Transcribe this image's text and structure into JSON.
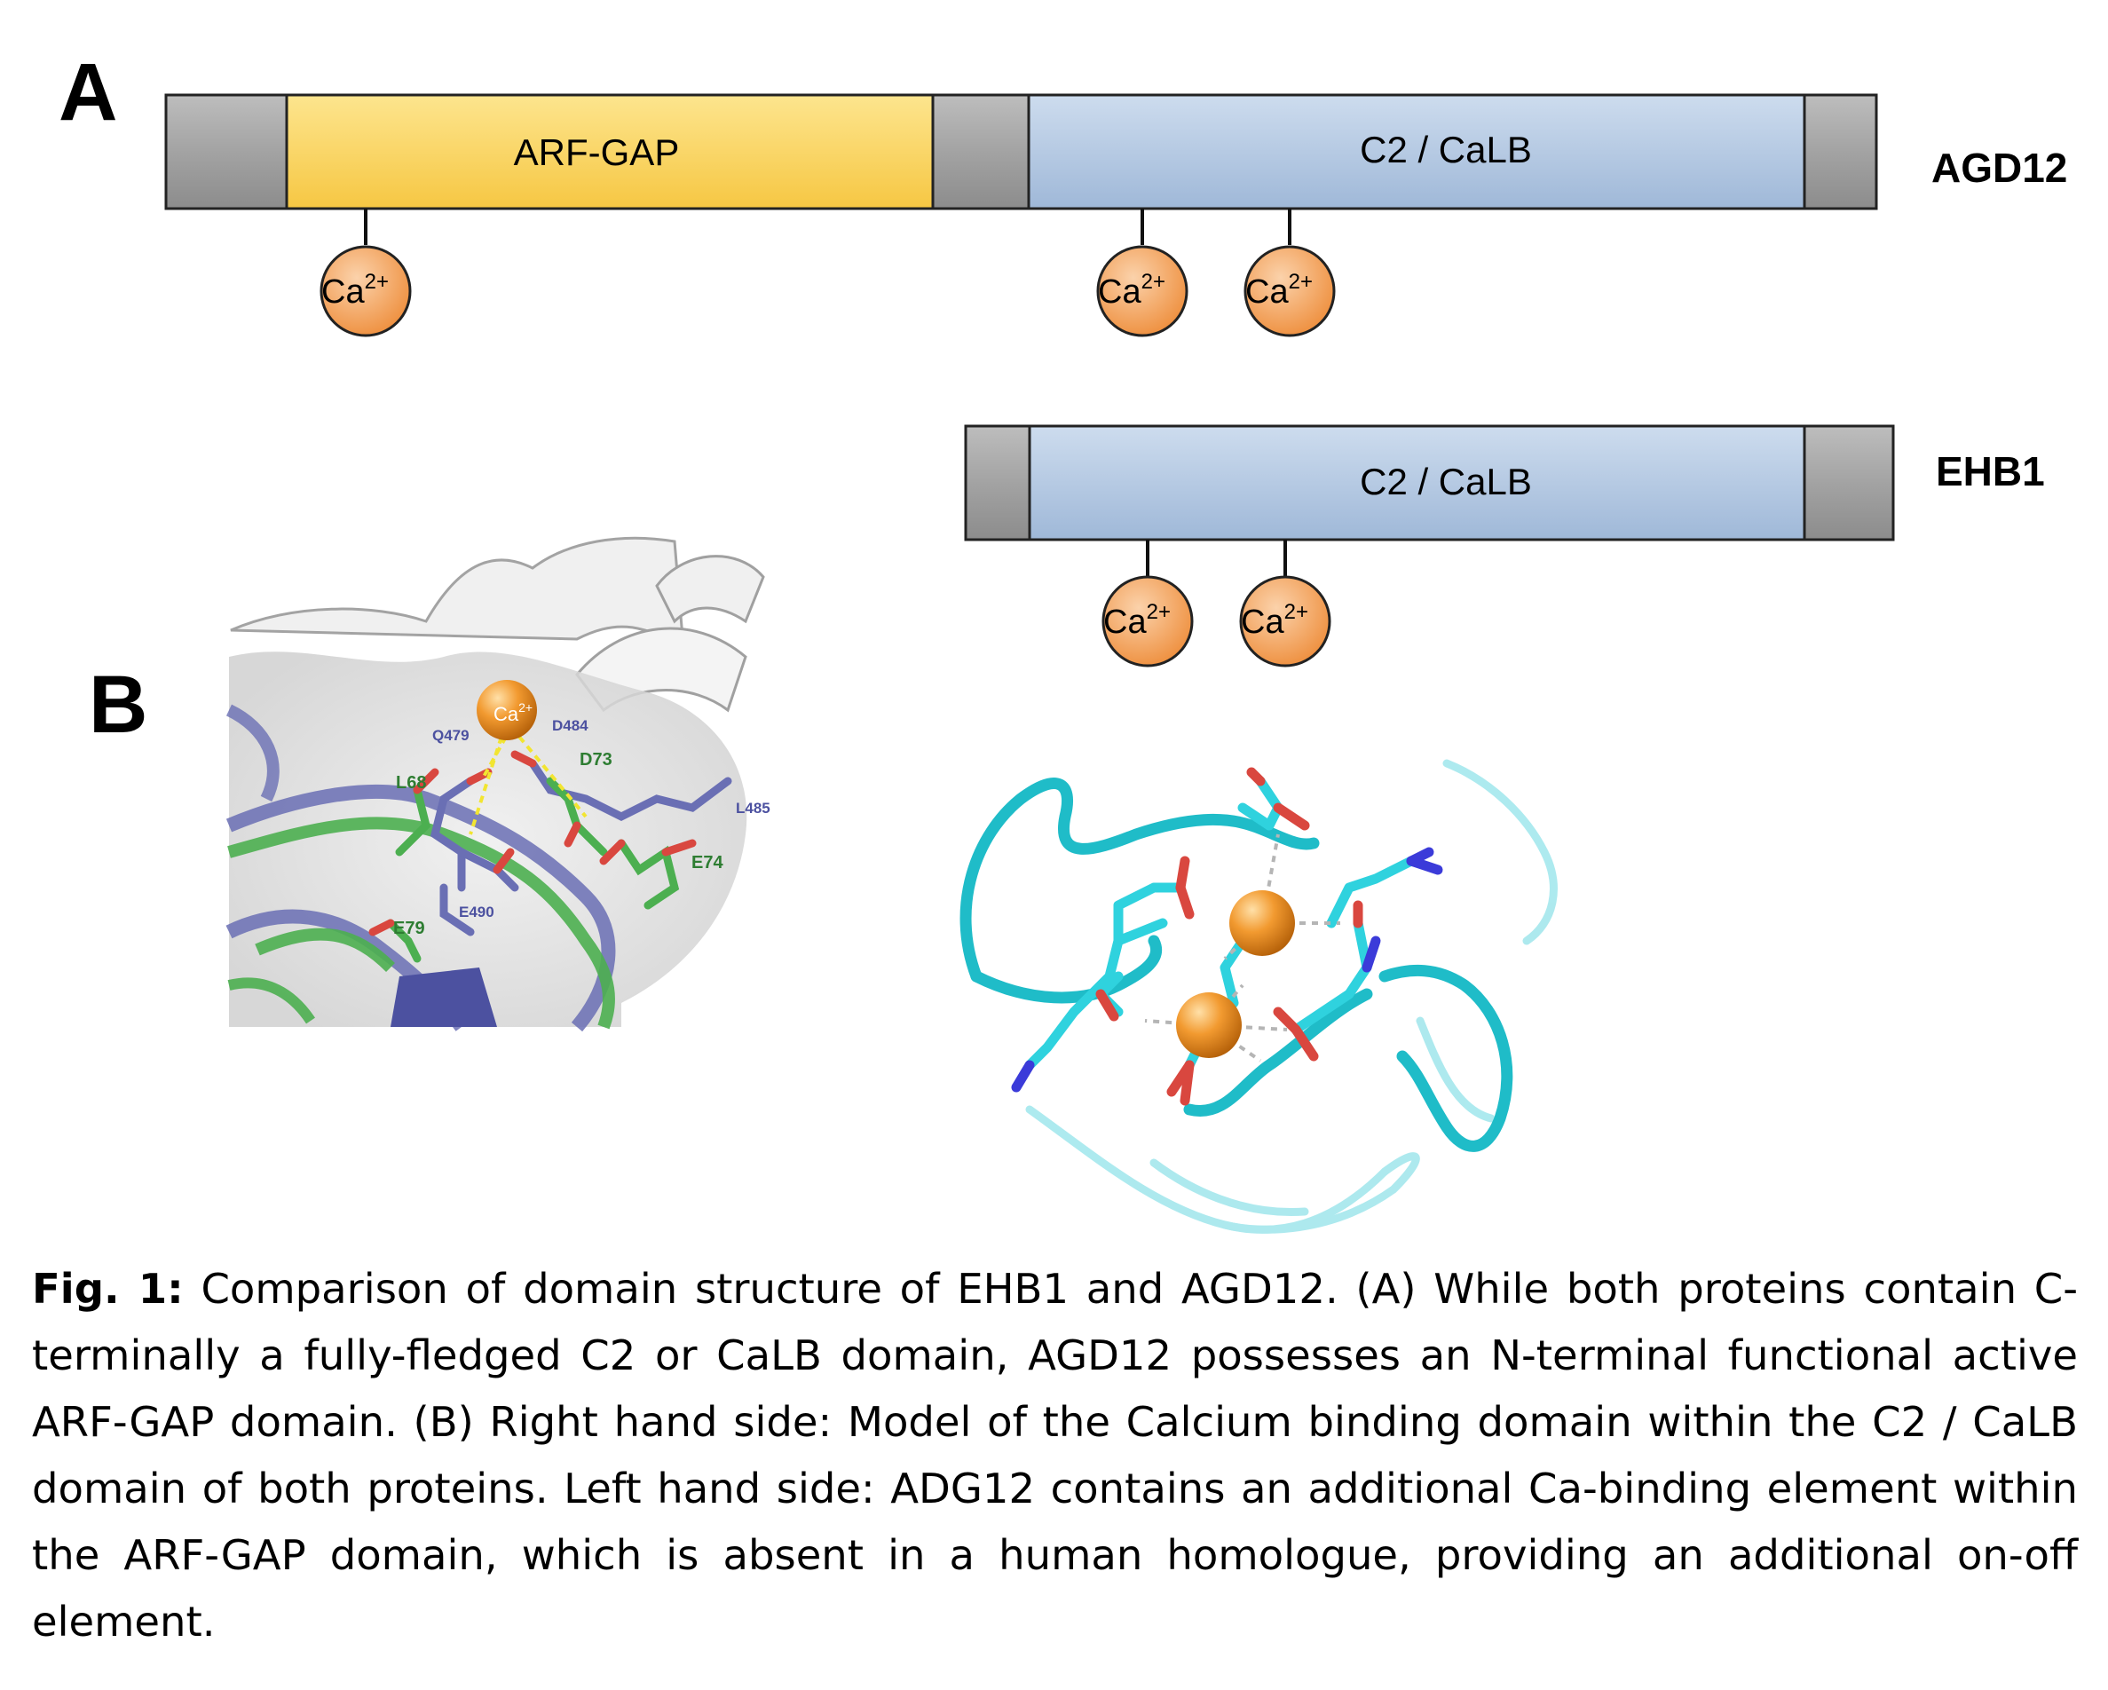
{
  "panel_a": {
    "label": "A",
    "proteins": [
      {
        "name": "AGD12",
        "domains": [
          "ARF-GAP",
          "C2 / CaLB"
        ],
        "calcium_sites": 3
      },
      {
        "name": "EHB1",
        "domains": [
          "C2 / CaLB"
        ],
        "calcium_sites": 2
      }
    ],
    "ion_label": "Ca",
    "ion_charge": "2+"
  },
  "panel_b": {
    "label": "B",
    "residues": [
      "Q479",
      "D484",
      "L68",
      "D73",
      "L485",
      "E74",
      "E79",
      "E490"
    ]
  },
  "colors": {
    "arf_gap": "#fcd55f",
    "c2_calb": "#b8cde6",
    "linker": "#a6a6a6",
    "calcium": "#f29a48",
    "cyan_model": "#2fd2de",
    "green_model": "#4caf50",
    "purple_model": "#6a6fb4"
  },
  "caption": {
    "lead": "Fig. 1:",
    "text": " Comparison of domain structure of EHB1 and AGD12. (A) While both proteins contain C-terminally a fully-fledged C2 or CaLB domain, AGD12 possesses an N-terminal functional active ARF-GAP domain. (B) Right hand side: Model of the Calcium binding domain within the C2 / CaLB domain of both proteins. Left hand side: ADG12 contains an additional Ca-binding element within the ARF-GAP domain, which is absent in a human homologue, providing an additional on-off element."
  }
}
